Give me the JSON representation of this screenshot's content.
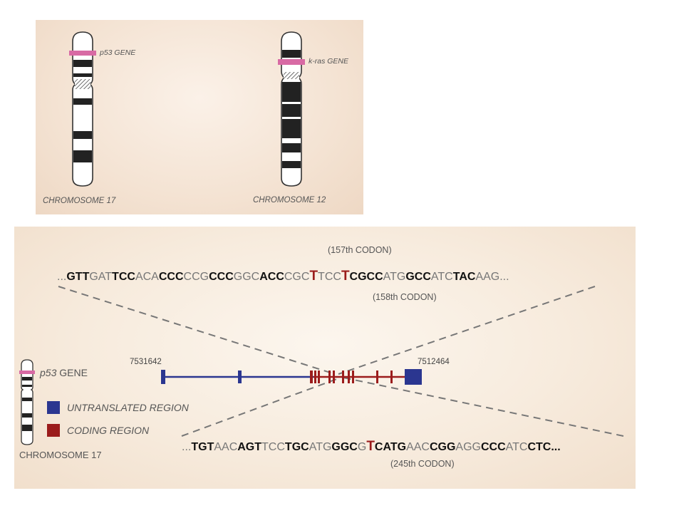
{
  "top_panel": {
    "chromosome_17": {
      "label": "CHROMOSOME 17",
      "gene_label": "p53 GENE"
    },
    "chromosome_12": {
      "label": "CHROMOSOME 12",
      "gene_label": "k-ras GENE"
    }
  },
  "bottom_panel": {
    "top_sequence": {
      "codon_157": "(157th CODON)",
      "codon_158": "(158th CODON)",
      "segments": [
        {
          "t": "...",
          "c": "g"
        },
        {
          "t": "GTT",
          "c": "b"
        },
        {
          "t": "GAT",
          "c": "g"
        },
        {
          "t": "TCC",
          "c": "b"
        },
        {
          "t": "ACA",
          "c": "g"
        },
        {
          "t": "CCC",
          "c": "b"
        },
        {
          "t": "CCG",
          "c": "g"
        },
        {
          "t": "CCC",
          "c": "b"
        },
        {
          "t": "GGC",
          "c": "g"
        },
        {
          "t": "ACC",
          "c": "b"
        },
        {
          "t": "CGC",
          "c": "g"
        },
        {
          "t": "T",
          "c": "r"
        },
        {
          "t": "TCC",
          "c": "g"
        },
        {
          "t": "T",
          "c": "r"
        },
        {
          "t": "CGCC",
          "c": "b"
        },
        {
          "t": "ATG",
          "c": "g"
        },
        {
          "t": "GCC",
          "c": "b"
        },
        {
          "t": "ATC",
          "c": "g"
        },
        {
          "t": "TAC",
          "c": "b"
        },
        {
          "t": "AAG...",
          "c": "g"
        }
      ]
    },
    "bottom_sequence": {
      "codon_245": "(245th CODON)",
      "segments": [
        {
          "t": "...",
          "c": "g"
        },
        {
          "t": "TGT",
          "c": "b"
        },
        {
          "t": "AAC",
          "c": "g"
        },
        {
          "t": "AGT",
          "c": "b"
        },
        {
          "t": "TCC",
          "c": "g"
        },
        {
          "t": "TGC",
          "c": "b"
        },
        {
          "t": "ATG",
          "c": "g"
        },
        {
          "t": "GGC",
          "c": "b"
        },
        {
          "t": "G",
          "c": "g"
        },
        {
          "t": "T",
          "c": "r"
        },
        {
          "t": "CATG",
          "c": "b"
        },
        {
          "t": "AAC",
          "c": "g"
        },
        {
          "t": "CGG",
          "c": "b"
        },
        {
          "t": "AGG",
          "c": "g"
        },
        {
          "t": "CCC",
          "c": "b"
        },
        {
          "t": "ATC",
          "c": "g"
        },
        {
          "t": "CTC...",
          "c": "b"
        }
      ]
    },
    "gene_map": {
      "coord_left": "7531642",
      "coord_right": "7512464",
      "untranslated_color": "#2b3690",
      "coding_color": "#9b1c1c"
    },
    "legend": {
      "gene_label": "p53 GENE",
      "untranslated": {
        "label": "UNTRANSLATED REGION",
        "color": "#2b3690"
      },
      "coding": {
        "label": "CODING REGION",
        "color": "#9b1c1c"
      },
      "chromosome_label": "CHROMOSOME 17"
    }
  }
}
